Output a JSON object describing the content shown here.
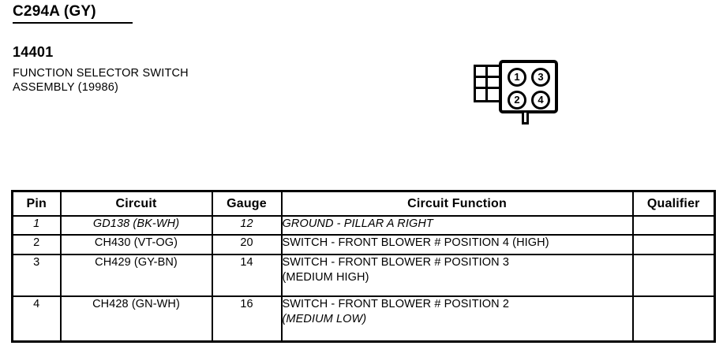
{
  "header": {
    "connector_id": "C294A (GY)",
    "part_number": "14401",
    "description_line1": "FUNCTION SELECTOR SWITCH",
    "description_line2": "ASSEMBLY (19986)"
  },
  "connector_drawing": {
    "pins": [
      {
        "label": "1",
        "position": "top-left"
      },
      {
        "label": "3",
        "position": "top-right"
      },
      {
        "label": "2",
        "position": "bottom-left"
      },
      {
        "label": "4",
        "position": "bottom-right"
      }
    ]
  },
  "pinout_table": {
    "columns": [
      "Pin",
      "Circuit",
      "Gauge",
      "Circuit Function",
      "Qualifier"
    ],
    "rows": [
      {
        "pin": "1",
        "circuit": "GD138 (BK-WH)",
        "gauge": "12",
        "function_lines": [
          "GROUND - PILLAR A RIGHT"
        ],
        "qualifier": ""
      },
      {
        "pin": "2",
        "circuit": "CH430 (VT-OG)",
        "gauge": "20",
        "function_lines": [
          "SWITCH - FRONT BLOWER # POSITION 4 (HIGH)"
        ],
        "qualifier": ""
      },
      {
        "pin": "3",
        "circuit": "CH429 (GY-BN)",
        "gauge": "14",
        "function_lines": [
          "SWITCH - FRONT BLOWER # POSITION 3",
          "(MEDIUM HIGH)"
        ],
        "qualifier": ""
      },
      {
        "pin": "4",
        "circuit": "CH428 (GN-WH)",
        "gauge": "16",
        "function_lines": [
          "SWITCH - FRONT BLOWER # POSITION 2",
          "(MEDIUM LOW)"
        ],
        "qualifier": ""
      }
    ]
  },
  "colors": {
    "ink": "#000000",
    "paper": "#ffffff"
  }
}
